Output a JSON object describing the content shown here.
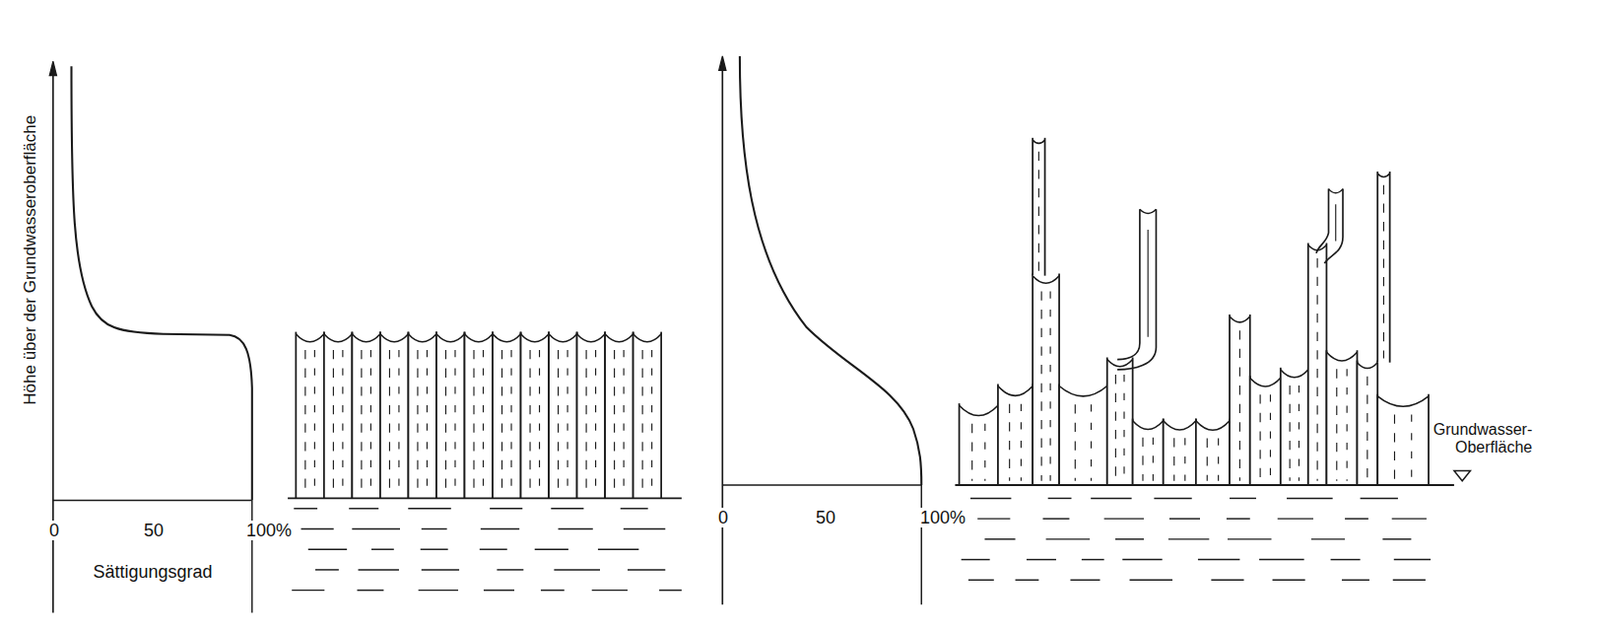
{
  "diagram": {
    "labels": [
      "Höhe über der Grundwasseroberfläche",
      "0",
      "50",
      "100%",
      "Sättigungsgrad",
      "0",
      "50",
      "100%",
      "Grundwasser- Oberfläche"
    ]
  }
}
